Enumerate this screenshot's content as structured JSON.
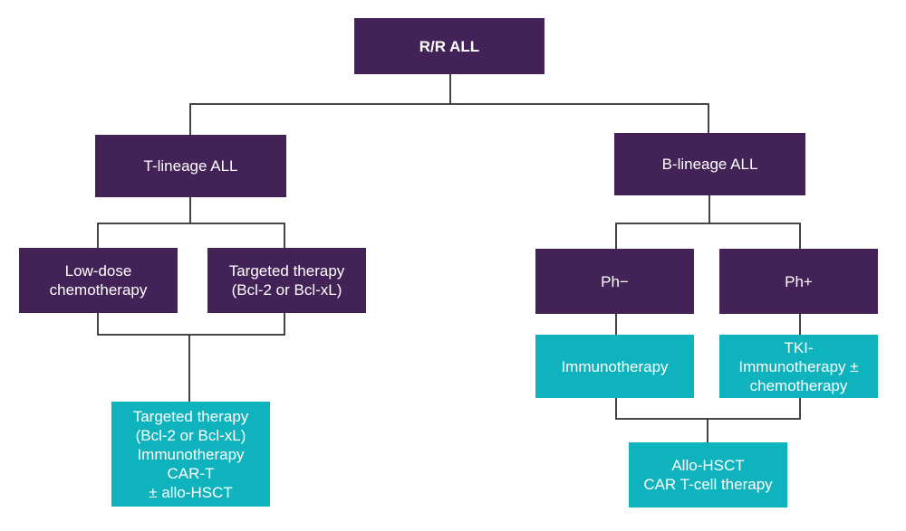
{
  "diagram": {
    "root": "R/R ALL",
    "t_lineage": {
      "label": "T-lineage ALL",
      "low_dose": "Low-dose\nchemotherapy",
      "targeted": "Targeted therapy\n(Bcl-2 or Bcl-xL)",
      "outcome": "Targeted therapy\n(Bcl-2 or Bcl-xL)\nImmunotherapy\nCAR-T\n± allo-HSCT"
    },
    "b_lineage": {
      "label": "B-lineage ALL",
      "ph_neg": "Ph−",
      "ph_pos": "Ph+",
      "immunotherapy": "Immunotherapy",
      "tki": "TKI-\nImmunotherapy ±\nchemotherapy",
      "outcome": "Allo-HSCT\nCAR T-cell therapy"
    },
    "colors": {
      "purple": "#432357",
      "teal": "#0fb3bd",
      "line": "#2f2f2f"
    }
  }
}
